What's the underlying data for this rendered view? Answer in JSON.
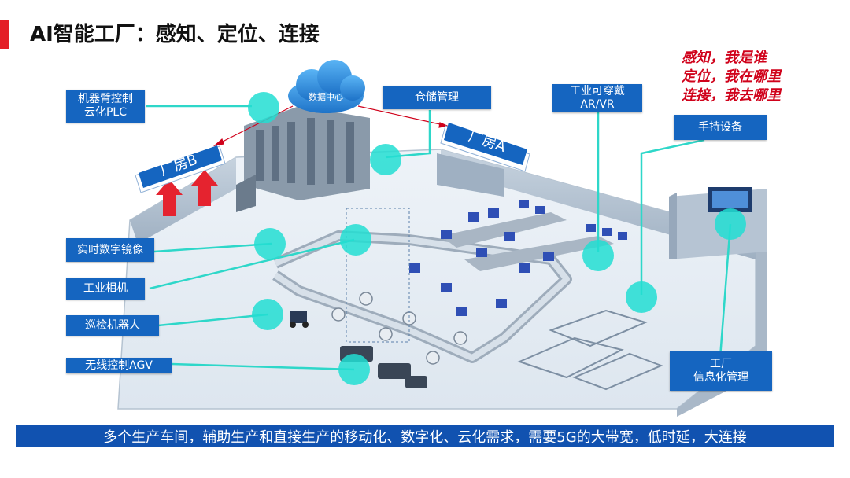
{
  "slide": {
    "title": "AI智能工厂：感知、定位、连接",
    "accent_color": "#e41e26",
    "label_color": "#1565c0",
    "line_color": "#2ed7c9"
  },
  "scene": {
    "cloud": "数据中心",
    "building_a": "厂房A",
    "building_b": "厂房B"
  },
  "labels": {
    "robot_arm_line1": "机器臂控制",
    "robot_arm_line2": "云化PLC",
    "warehouse": "仓储管理",
    "wearable_line1": "工业可穿戴",
    "wearable_line2": "AR/VR",
    "handheld": "手持设备",
    "digital_twin": "实时数字镜像",
    "camera": "工业相机",
    "patrol_robot": "巡检机器人",
    "agv": "无线控制AGV",
    "factory_line1": "工厂",
    "factory_line2": "信息化管理"
  },
  "note": {
    "line1": "感知，我是谁",
    "line2": "定位，我在哪里",
    "line3": "连接，我去哪里",
    "color": "#d0021b"
  },
  "footer": {
    "text": "多个生产车间，辅助生产和直接生产的移动化、数字化、云化需求，需要5G的大带宽，低时延，大连接",
    "color": "#1152b0"
  }
}
